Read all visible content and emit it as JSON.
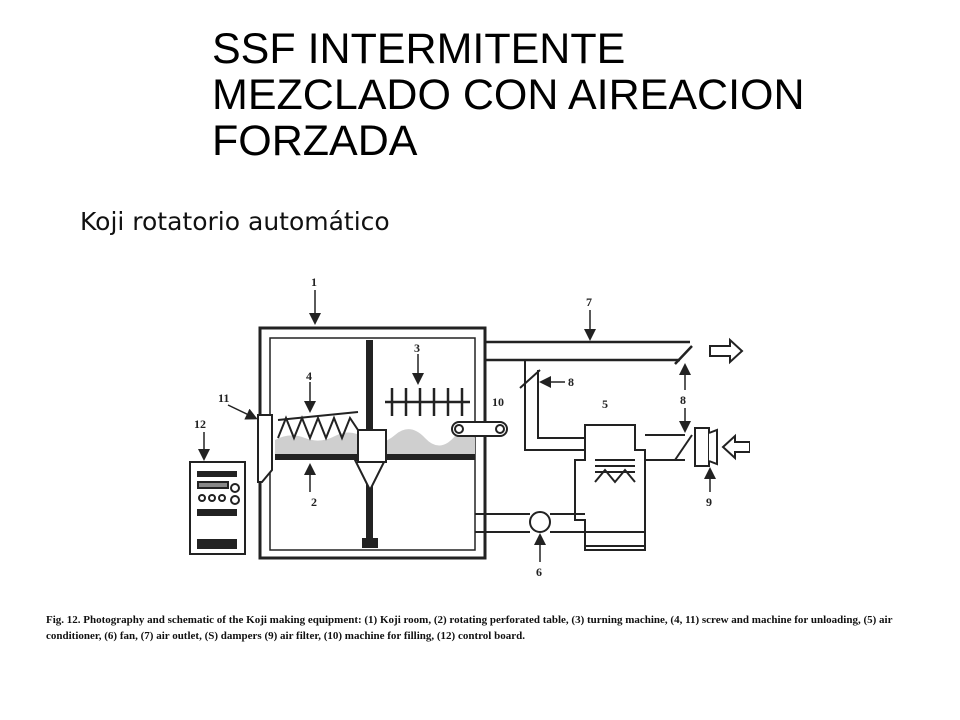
{
  "slide": {
    "title_lines": [
      "SSF INTERMITENTE",
      "MEZCLADO CON AIREACION",
      "FORZADA"
    ],
    "subtitle": "Koji rotatorio automático"
  },
  "figure": {
    "labels": {
      "l1": "1",
      "l2": "2",
      "l3": "3",
      "l4": "4",
      "l5": "5",
      "l6": "6",
      "l7": "7",
      "l8a": "8",
      "l8b": "8",
      "l9": "9",
      "l10": "10",
      "l11": "11",
      "l12": "12"
    },
    "caption": "Fig. 12. Photography and schematic of the Koji making equipment: (1) Koji room, (2) rotating perforated table, (3) turning machine, (4, 11) screw and machine for unloading, (5) air conditioner, (6) fan, (7) air outlet, (S) dampers (9) air filter, (10) machine for filling, (12) control board."
  }
}
